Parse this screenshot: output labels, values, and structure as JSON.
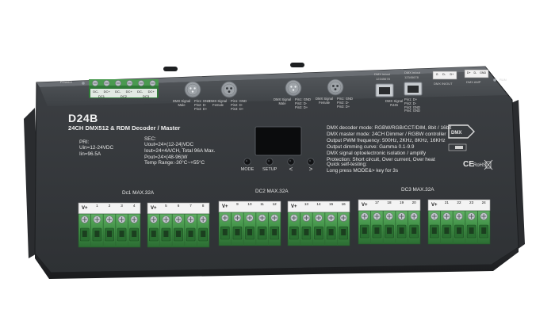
{
  "device": {
    "model": "D24B",
    "subtitle": "24CH DMX512 & RDM Decoder  / Master",
    "power_label": "POWER",
    "pri": {
      "heading": "PRI:",
      "lines": [
        "Uin=12-24VDC",
        "Iin=96.5A"
      ]
    },
    "sec": {
      "heading": "SEC:",
      "lines": [
        "Uout=24×(12-24)VDC",
        "Iout=24×4A/CH, Total 96A Max.",
        "Pout=24×(48-96)W",
        "Temp Range:-30°C~+55°C"
      ]
    },
    "spec_lines": [
      "DMX decoder mode: RGBW/RGB/CCT/DIM, 8bit / 16bit",
      "DMX master mode: 24CH Dimmer / RGBW controller",
      "Output PWM frequency: 500Hz, 2KHz, 8KHz, 16KHz",
      "Output dimming curve: Gamma 0.1-9.9",
      "DMX signal optoelectronic isolation / amplify",
      "Protection: Short circuit, Over current, Over heat"
    ],
    "selftest_lines": [
      "Quick self-testing:",
      "Long press MODE&> key for 3s"
    ],
    "buttons": [
      {
        "label": "MODE"
      },
      {
        "label": "SETUP"
      },
      {
        "label": "<"
      },
      {
        "label": ">"
      }
    ],
    "xlr": [
      {
        "label": [
          "DMX Signal",
          "Male"
        ],
        "pins": [
          "Pin1: GND",
          "Pin2: D-",
          "Pin3: D+"
        ]
      },
      {
        "label": [
          "DMX Signal",
          "Female"
        ],
        "pins": [
          "Pin1: GND",
          "Pin2: D-",
          "Pin3: D+"
        ]
      },
      {
        "label": [
          "DMX Signal",
          "Male"
        ],
        "pins": [
          "Pin1: GND",
          "Pin2: D-",
          "Pin3: D+"
        ]
      },
      {
        "label": [
          "DMX Signal",
          "Female"
        ],
        "pins": [
          "Pin1: GND",
          "Pin2: D-",
          "Pin3: D+"
        ]
      }
    ],
    "rj45": {
      "in_label": "DMX in/out",
      "out_label": "DMX in/out",
      "pin_numbers": "12345678",
      "label": [
        "DMX Signal",
        "RJ45"
      ],
      "pins": [
        "Pin1: D+",
        "Pin2: D-",
        "Pin3: GND",
        "Pin4: GND"
      ]
    },
    "top_right": {
      "dmx_inout": "DMX IN/OUT",
      "dmx_amp": "DMX AMP",
      "run": "RUN",
      "pins_a": [
        "G",
        "D-",
        "D+"
      ],
      "pins_b": [
        "D+",
        "D-",
        "GND"
      ]
    },
    "input_block": {
      "top_labels": [
        "DC-",
        "DC+",
        "DC-",
        "DC+",
        "DC-",
        "DC+"
      ],
      "bottom_labels": [
        "DC1",
        "DC2",
        "DC3"
      ]
    },
    "cert": {
      "ce": "CE",
      "rohs": "RoHS"
    },
    "groups": [
      {
        "label": "Dc1 MAX.32A"
      },
      {
        "label": "DC2 MAX.32A"
      },
      {
        "label": "DC3 MAX.32A"
      }
    ],
    "terminal_blocks": [
      {
        "vplus": "V+",
        "channels": [
          "1",
          "2",
          "3",
          "4"
        ]
      },
      {
        "vplus": "V+",
        "channels": [
          "5",
          "6",
          "7",
          "8"
        ]
      },
      {
        "vplus": "V+",
        "channels": [
          "9",
          "10",
          "11",
          "12"
        ]
      },
      {
        "vplus": "V+",
        "channels": [
          "13",
          "14",
          "15",
          "16"
        ]
      },
      {
        "vplus": "V+",
        "channels": [
          "17",
          "18",
          "19",
          "20"
        ]
      },
      {
        "vplus": "V+",
        "channels": [
          "21",
          "22",
          "23",
          "24"
        ]
      }
    ]
  }
}
